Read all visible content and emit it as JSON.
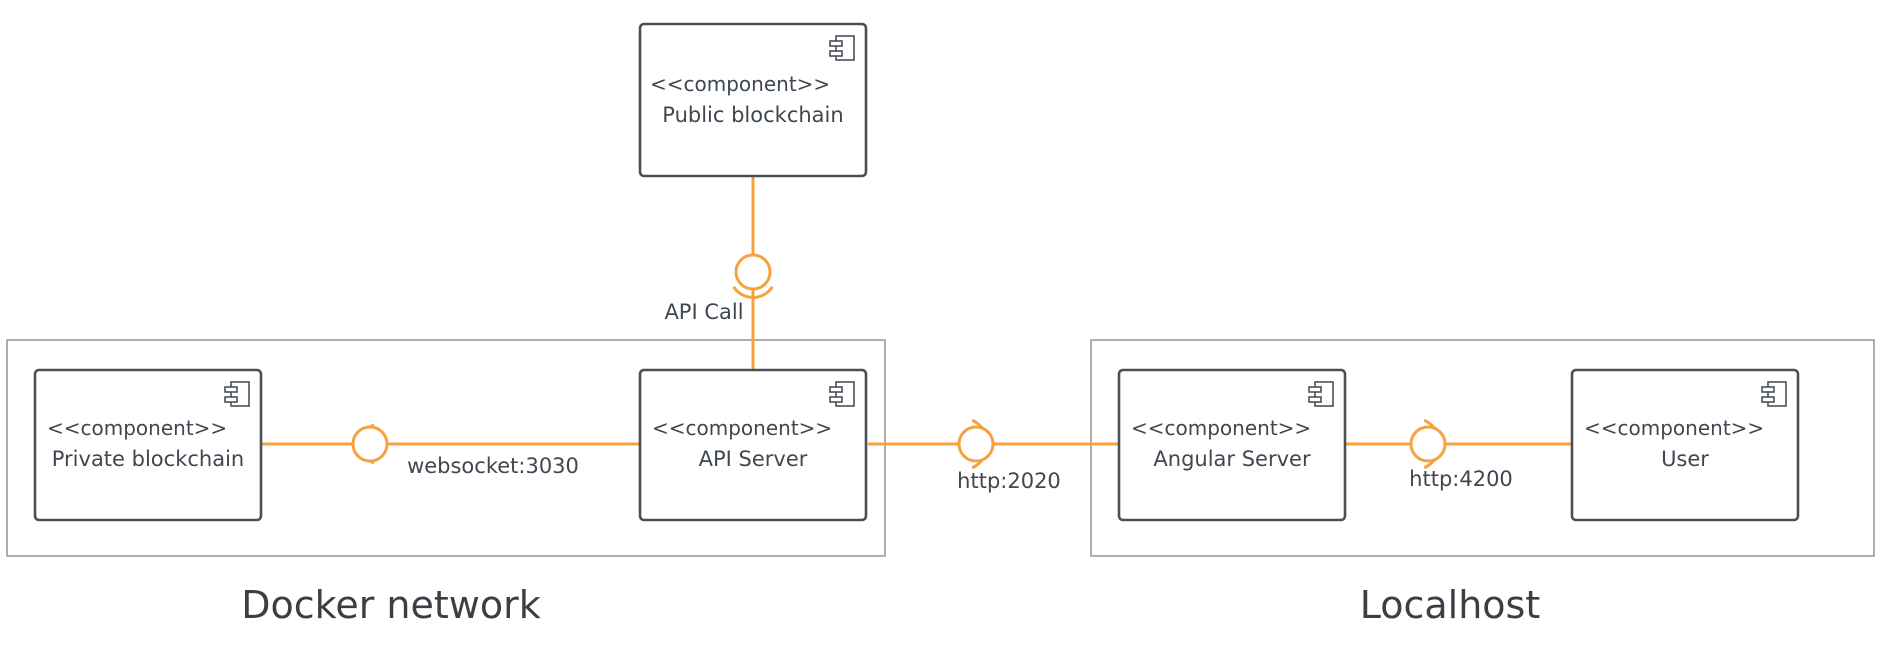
{
  "containers": {
    "docker": {
      "label": "Docker network"
    },
    "localhost": {
      "label": "Localhost"
    }
  },
  "components": {
    "public_blockchain": {
      "stereotype": "<<component>>",
      "name": "Public blockchain"
    },
    "private_blockchain": {
      "stereotype": "<<component>>",
      "name": "Private blockchain"
    },
    "api_server": {
      "stereotype": "<<component>>",
      "name": "API Server"
    },
    "angular_server": {
      "stereotype": "<<component>>",
      "name": "Angular Server"
    },
    "user": {
      "stereotype": "<<component>>",
      "name": "User"
    }
  },
  "interfaces": {
    "api_call": "API Call",
    "websocket": "websocket:3030",
    "http_2020": "http:2020",
    "http_4200": "http:4200"
  },
  "colors": {
    "connector": "#f5a23f",
    "component_border": "#4a5058",
    "container_border": "#8a8a8a",
    "text": "#3f4750"
  }
}
